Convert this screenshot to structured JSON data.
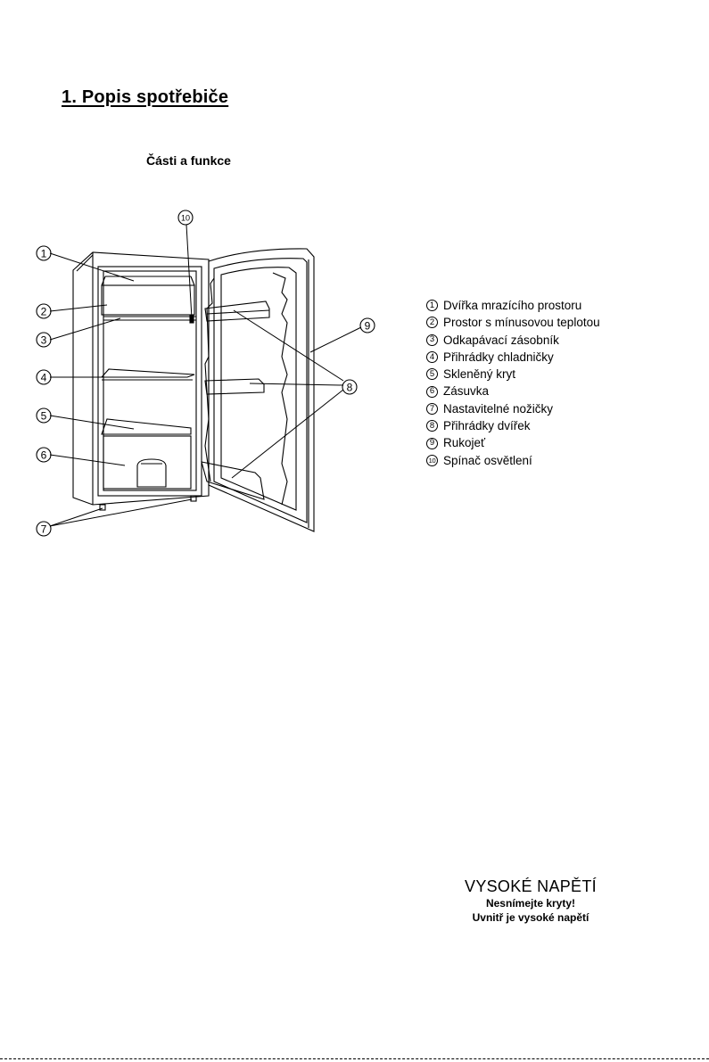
{
  "section": {
    "title": "1. Popis spotřebiče"
  },
  "subsection": {
    "title": "Části a funkce"
  },
  "callouts": [
    "1",
    "2",
    "3",
    "4",
    "5",
    "6",
    "7",
    "8",
    "9",
    "10"
  ],
  "legend": [
    {
      "num": "1",
      "label": "Dvířka mrazícího prostoru"
    },
    {
      "num": "2",
      "label": "Prostor s mínusovou teplotou"
    },
    {
      "num": "3",
      "label": "Odkapávací zásobník"
    },
    {
      "num": "4",
      "label": "Přihrádky chladničky"
    },
    {
      "num": "5",
      "label": "Skleněný kryt"
    },
    {
      "num": "6",
      "label": "Zásuvka"
    },
    {
      "num": "7",
      "label": "Nastavitelné nožičky"
    },
    {
      "num": "8",
      "label": "Přihrádky dvířek"
    },
    {
      "num": "9",
      "label": "Rukojeť"
    },
    {
      "num": "10",
      "label": "Spínač osvětlení"
    }
  ],
  "warning": {
    "title": "VYSOKÉ NAPĚTÍ",
    "line1": "Nesnímejte kryty!",
    "line2": "Uvnitř je vysoké napětí"
  }
}
